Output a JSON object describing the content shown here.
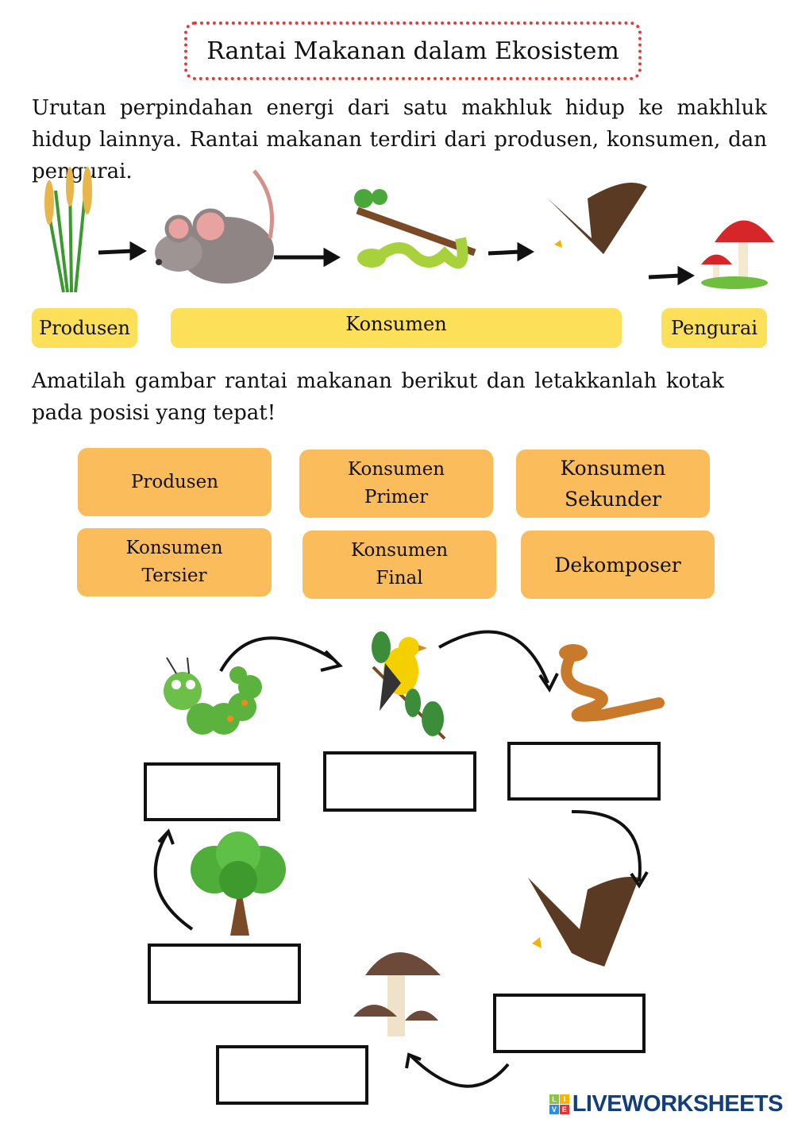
{
  "title": "Rantai Makanan dalam Ekosistem",
  "intro": "Urutan perpindahan energi dari satu makhluk hidup ke makhluk hidup lainnya. Rantai makanan terdiri dari produsen, konsumen, dan pengurai.",
  "example_labels": {
    "produsen": "Produsen",
    "konsumen": "Konsumen",
    "pengurai": "Pengurai"
  },
  "instruction": "Amatilah gambar rantai makanan berikut dan letakkanlah kotak pada posisi yang tepat!",
  "cards": [
    {
      "line1": "Produsen",
      "line2": ""
    },
    {
      "line1": "Konsumen",
      "line2": "Primer"
    },
    {
      "line1": "Konsumen",
      "line2": "Sekunder"
    },
    {
      "line1": "Konsumen",
      "line2": "Tersier"
    },
    {
      "line1": "Konsumen",
      "line2": "Final"
    },
    {
      "line1": "Dekomposer",
      "line2": ""
    }
  ],
  "logo": {
    "text": "LIVEWORKSHEETS",
    "letters": [
      "L",
      "I",
      "V",
      "E"
    ]
  },
  "colors": {
    "title_border": "#e63a3a",
    "yellow_label": "#fde05a",
    "card": "#fbbd5b",
    "logo": "#123f7a"
  }
}
